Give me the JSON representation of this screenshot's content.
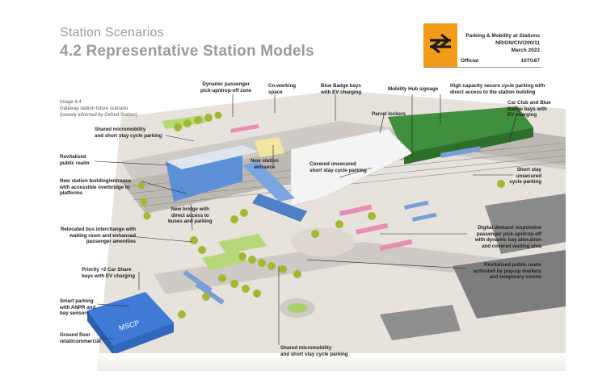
{
  "header": {
    "title_line1": "Station Scenarios",
    "title_line2": "4.2 Representative Station Models",
    "doc_title": "Parking & Mobility at Stations",
    "doc_ref": "NR/GN/CIV/200/11",
    "doc_date": "March 2022",
    "classification": "Official",
    "page": "107/167",
    "logo": "national-rail-double-arrow-logo",
    "accent_color": "#f39c1a"
  },
  "image_caption": {
    "number": "Image 4.4",
    "line1": "Gateway station future scenario",
    "line2": "(loosely informed by Oxford Station)"
  },
  "labels": {
    "dynamic_pickup": [
      "Dynamic passenger",
      "pick-up/drop-off zone"
    ],
    "coworking": [
      "Co-working",
      "space"
    ],
    "blue_badge": [
      "Blue Badge bays",
      "with EV charging"
    ],
    "mobility_hub": "Mobility Hub signage",
    "high_capacity": [
      "High capacity secure cycle parking with",
      "direct access to the station building"
    ],
    "parcel_lockers": "Parcel lockers",
    "car_club": [
      "Car Club and Blue",
      "Badge bays with",
      "EV charging"
    ],
    "shared_micromobility_top": [
      "Shared micromobility",
      "and short stay cycle parking"
    ],
    "revitalised_realm_left": [
      "Revitalised",
      "public realm"
    ],
    "new_station_entrance": [
      "New station",
      "entrance"
    ],
    "covered_unsecured": [
      "Covered unsecured",
      "short stay cycle parking"
    ],
    "short_stay_unsecured": [
      "Short stay",
      "unsecured",
      "cycle parking"
    ],
    "new_station_building": [
      "New station building/entrance",
      "with accessible overbridge to",
      "platforms"
    ],
    "new_bridge": [
      "New bridge with",
      "direct access to",
      "buses and parking"
    ],
    "relocated_bus": [
      "Relocated bus interchange with",
      "waiting room and enhanced",
      "passenger amenities"
    ],
    "digital_demand": [
      "Digital demand responsive",
      "passenger pick-up/drop-off",
      "with dynamic bay allocation",
      "and covered waiting area"
    ],
    "priority_car_share": [
      "Priority +2 Car Share",
      "bays with EV charging"
    ],
    "revitalised_realm_right": [
      "Revitalised public realm",
      "activated by pop-up markets",
      "and temporary events"
    ],
    "smart_parking": [
      "Smart parking",
      "with ANPR and",
      "bay sensors"
    ],
    "mscp": "MSCP",
    "ground_floor": [
      "Ground floor",
      "retail/commercial"
    ],
    "shared_micromobility_bottom": [
      "Shared micromobility",
      "and short stay cycle parking"
    ]
  }
}
